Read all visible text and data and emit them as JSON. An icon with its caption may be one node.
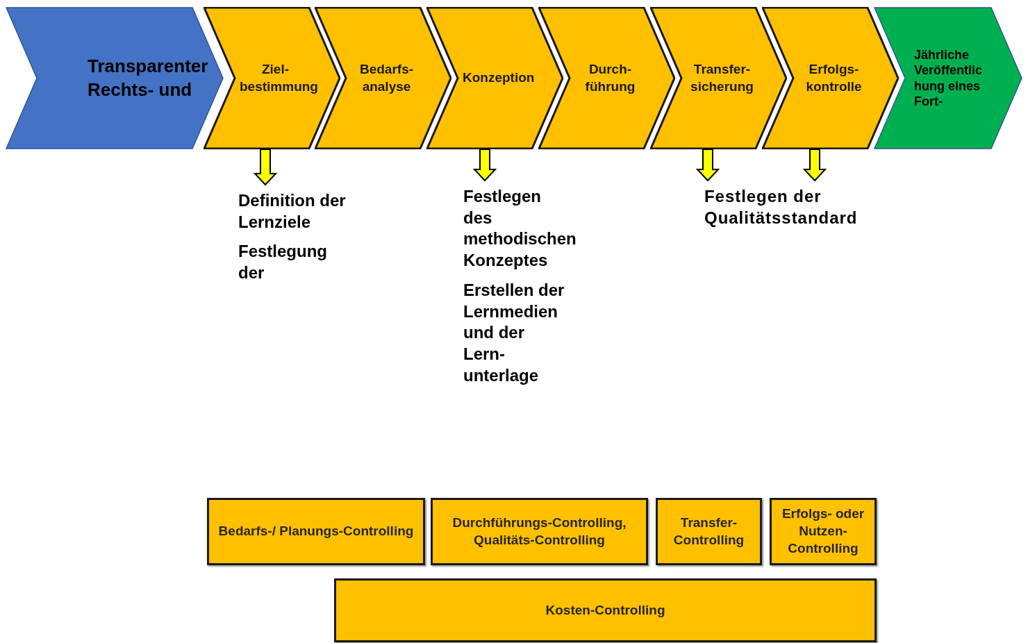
{
  "diagram": {
    "nodes": [
      {
        "text": [
          "Transparenter Rechts- und"
        ]
      },
      {
        "text": [
          "Ziel-bestimmung"
        ]
      },
      {
        "text": [
          "Bedarfs-analyse"
        ]
      },
      {
        "text": [
          "Konzeption"
        ]
      },
      {
        "text": [
          "Durch-führung"
        ]
      },
      {
        "text": [
          "Transfer-sicherung"
        ]
      },
      {
        "text": [
          "Erfolgs-kontrolle"
        ]
      },
      {
        "text": [
          "Jährliche Veröffentlichung eines Fort-"
        ]
      },
      {
        "text": [
          "Definition der Lernziele",
          "Festlegung der"
        ]
      },
      {
        "text": [
          "Festlegen des methodischen Konzeptes",
          "Erstellen der Lernmedien und der Lern-unterlage"
        ]
      },
      {
        "text": [
          "Festlegen der Qualitätsstandard"
        ]
      },
      {
        "text": [
          "Bedarfs-/ Planungs-Controlling"
        ]
      },
      {
        "text": [
          "Durchführungs-Controlling, Qualitäts-Controlling"
        ]
      },
      {
        "text": [
          "Transfer-Controlling"
        ]
      },
      {
        "text": [
          "Erfolgs- oder Nutzen-Controlling"
        ]
      },
      {
        "text": [
          "Kosten-Controlling"
        ]
      }
    ],
    "edges": [
      {
        "from": 1,
        "to": 8,
        "arrow": "to",
        "style": "thick",
        "color": "#ffff00"
      },
      {
        "from": 3,
        "to": 9,
        "arrow": "to",
        "style": "thick",
        "color": "#ffff00"
      },
      {
        "from": 5,
        "to": 10,
        "arrow": "to",
        "style": "thick",
        "color": "#ffff00"
      },
      {
        "from": 6,
        "to": 10,
        "arrow": "to",
        "style": "thick",
        "color": "#ffff00"
      }
    ]
  }
}
